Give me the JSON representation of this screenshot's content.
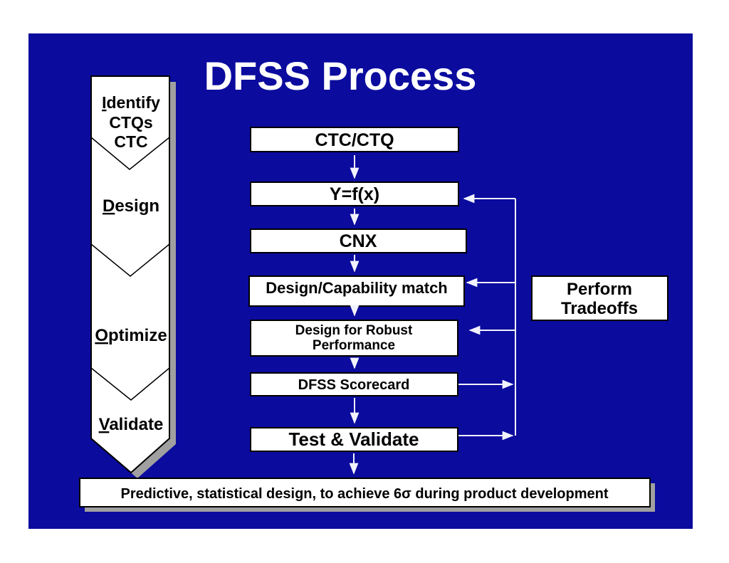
{
  "title": "DFSS Process",
  "colors": {
    "page_background": "#ffffff",
    "slide_background": "#0b0b9e",
    "box_fill": "#ffffff",
    "box_border": "#000000",
    "text": "#000000",
    "title_text": "#ffffff",
    "arrow": "#f2f2ff",
    "shadow": "#a0a0a0"
  },
  "phases": [
    {
      "initial": "I",
      "rest": "dentify",
      "sublines": [
        "CTQs",
        "CTC"
      ]
    },
    {
      "initial": "D",
      "rest": "esign"
    },
    {
      "initial": "O",
      "rest": "ptimize"
    },
    {
      "initial": "V",
      "rest": "alidate"
    }
  ],
  "flow_boxes": [
    {
      "label": "CTC/CTQ"
    },
    {
      "label": "Y=f(x)"
    },
    {
      "label": "CNX"
    },
    {
      "label": "Design/Capability match"
    },
    {
      "line1": "Design for Robust",
      "line2": "Performance"
    },
    {
      "label": "DFSS Scorecard"
    },
    {
      "label": "Test & Validate"
    }
  ],
  "tradeoffs": {
    "line1": "Perform",
    "line2": "Tradeoffs"
  },
  "footer": {
    "label": "Predictive, statistical design, to achieve 6σ during product development"
  }
}
